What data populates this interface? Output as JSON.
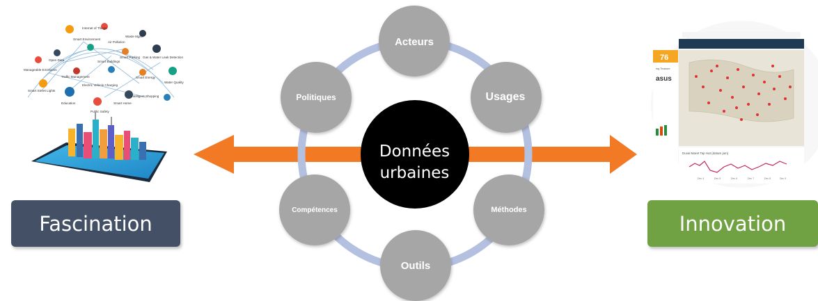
{
  "center": {
    "line1": "Données",
    "line2": "urbaines"
  },
  "nodes": {
    "acteurs": "Acteurs",
    "usages": "Usages",
    "methodes": "Méthodes",
    "outils": "Outils",
    "competences": "Compétences",
    "politiques": "Politiques"
  },
  "left_box": {
    "label": "Fascination",
    "color": "#435066"
  },
  "right_box": {
    "label": "Innovation",
    "color": "#70a142"
  },
  "colors": {
    "node_fill": "#a6a6a6",
    "ring": "#b4c0e0",
    "arrow": "#f27a24",
    "center_fill": "#000000"
  },
  "left_illustration": {
    "network_labels": [
      "Internet of Things",
      "Smart Environment",
      "Air Pollution",
      "Waste Mgmt",
      "Smart Parking",
      "Gas & Water Leak Detection",
      "Open Data",
      "Smart Buildings",
      "Smart Energy",
      "Traffic Management",
      "Electric Vehicle Charging",
      "Water Quality",
      "Manageable Emissions",
      "Smart Street Lights",
      "Education",
      "Public Safety",
      "Smart Home",
      "Intelligent Shopping"
    ]
  },
  "right_illustration": {
    "number": "76",
    "side_text_1": "ing Teasure",
    "side_text_2": "asus",
    "chart_caption": "Duval Maret Tap Hat (datam jam)",
    "x_ticks": [
      "Dec 4",
      "Dec 5",
      "Dec 6",
      "Dec 7",
      "Dec 8",
      "Dec 9"
    ]
  }
}
